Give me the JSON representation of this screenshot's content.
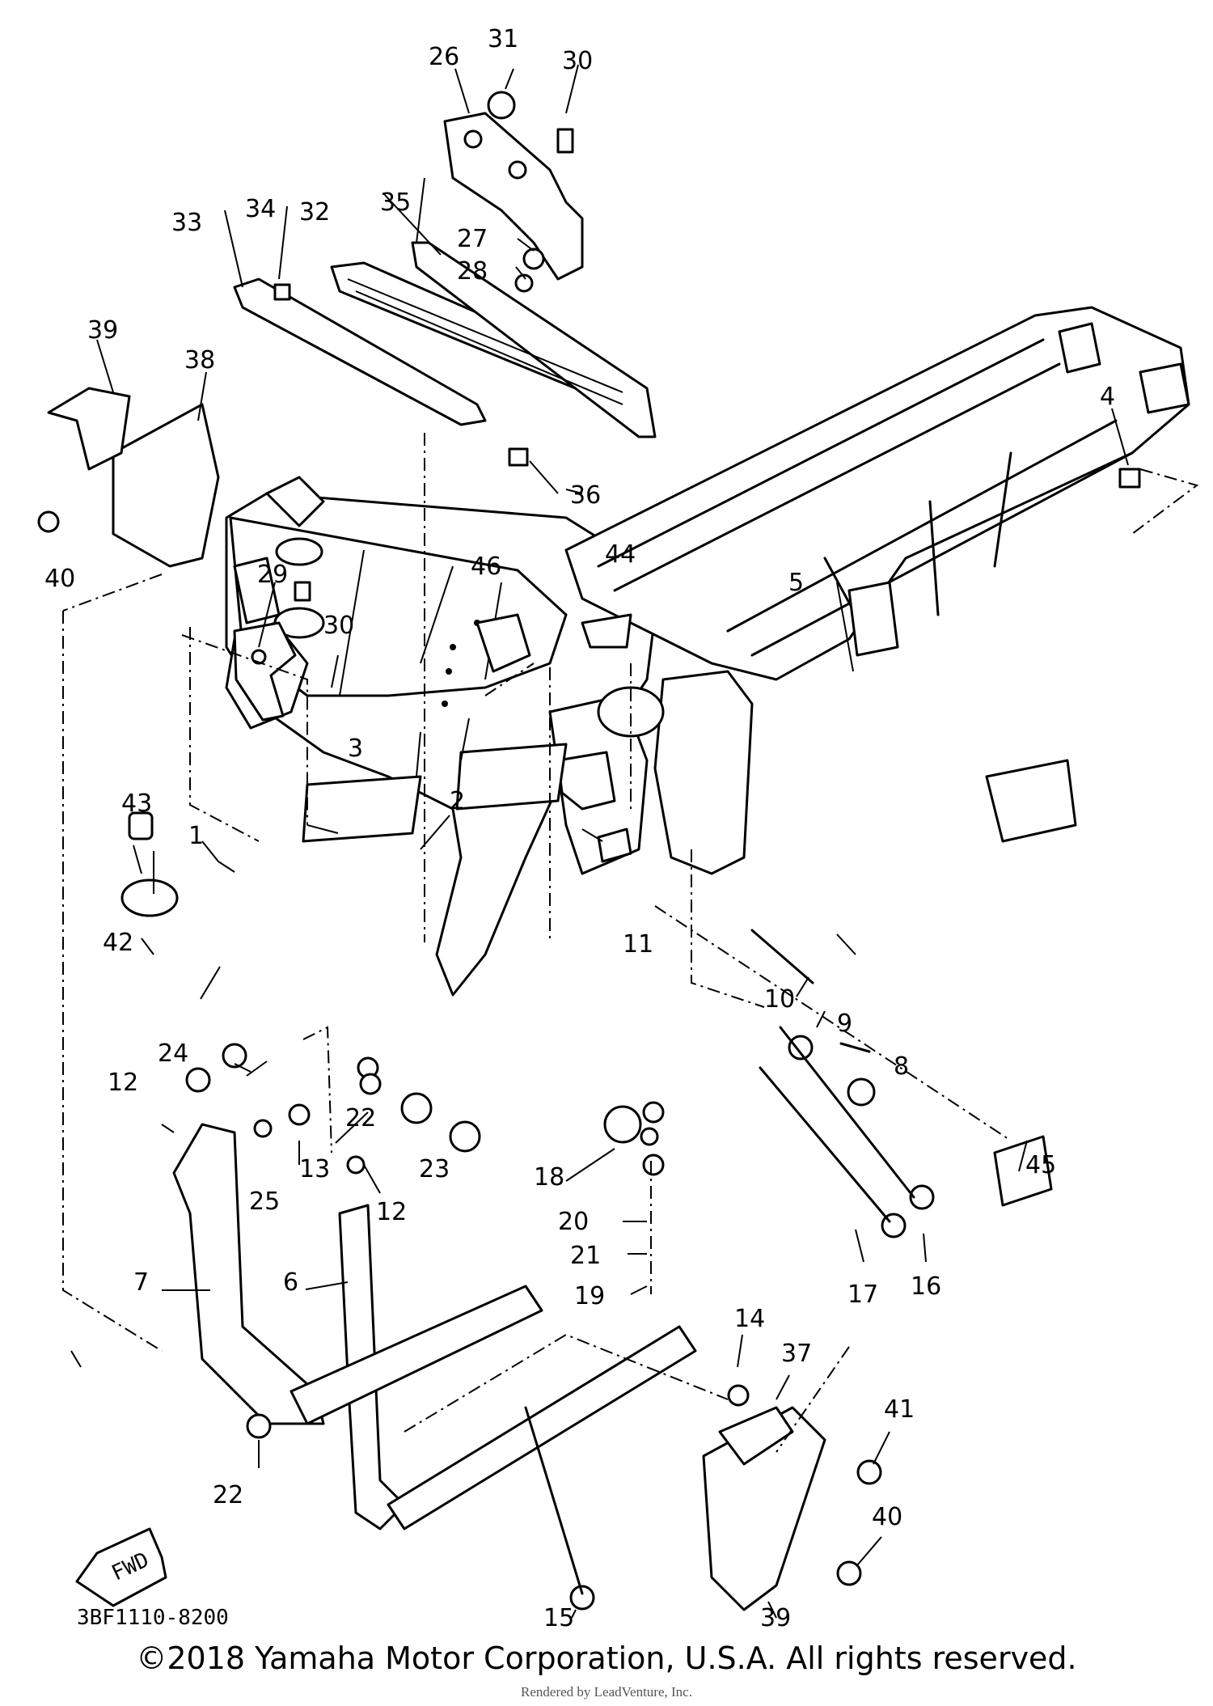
{
  "diagram": {
    "code": "3BF1110-8200",
    "fwd_label": "FWD",
    "callouts": [
      "1",
      "2",
      "3",
      "4",
      "5",
      "6",
      "7",
      "8",
      "9",
      "10",
      "11",
      "12",
      "12",
      "13",
      "14",
      "15",
      "16",
      "17",
      "18",
      "19",
      "20",
      "21",
      "22",
      "22",
      "23",
      "24",
      "25",
      "26",
      "27",
      "28",
      "29",
      "30",
      "30",
      "31",
      "32",
      "33",
      "34",
      "35",
      "36",
      "37",
      "38",
      "39",
      "39",
      "40",
      "40",
      "41",
      "42",
      "43",
      "44",
      "45",
      "46"
    ]
  },
  "footer": {
    "copyright": "©2018 Yamaha Motor Corporation, U.S.A. All rights reserved.",
    "watermark": "Rendered by LeadVenture, Inc."
  }
}
